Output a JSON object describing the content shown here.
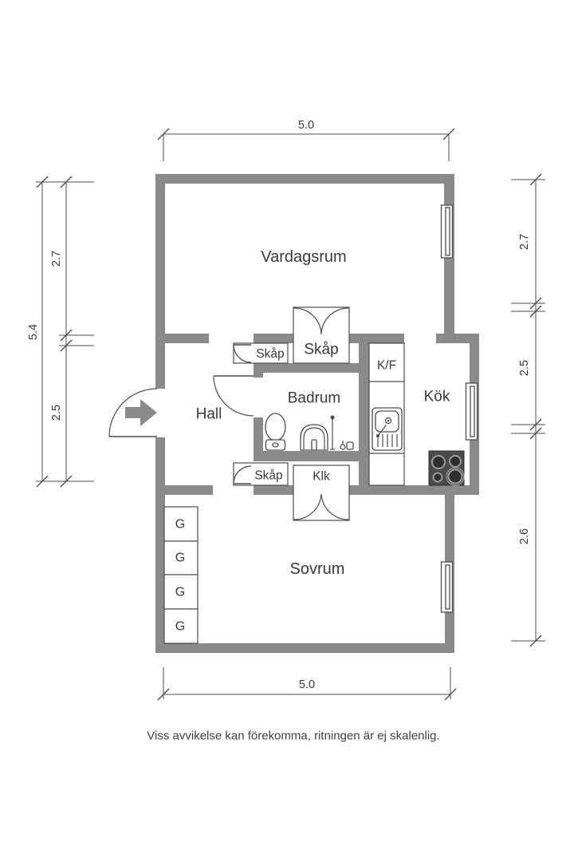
{
  "plan": {
    "rooms": {
      "living_room": "Vardagsrum",
      "hall": "Hall",
      "bathroom": "Badrum",
      "kitchen": "Kök",
      "bedroom": "Sovrum"
    },
    "storage": {
      "closet_top_small": "Skåp",
      "closet_top_large": "Skåp",
      "closet_bottom_small": "Skåp",
      "walk_in_closet": "Klk",
      "fridge_freezer": "K/F"
    },
    "wardrobes": [
      "G",
      "G",
      "G",
      "G"
    ],
    "dimensions": {
      "top_width": "5.0",
      "bottom_width": "5.0",
      "left_total": "5.4",
      "left_upper": "2.7",
      "left_lower": "2.5",
      "right_upper": "2.7",
      "right_middle": "2.5",
      "right_lower": "2.6"
    },
    "footer_note": "Viss avvikelse kan förekomma, ritningen är ej skalenlig.",
    "colors": {
      "wall": "#8a8a8a",
      "line": "#4c4c4c",
      "dim": "#4c4c4c",
      "text": "#3a3a3a",
      "stove": "#4a4a4a",
      "burner": "#2f2f2f",
      "burner_ring": "#9a9a9a",
      "bg": "#ffffff"
    }
  }
}
